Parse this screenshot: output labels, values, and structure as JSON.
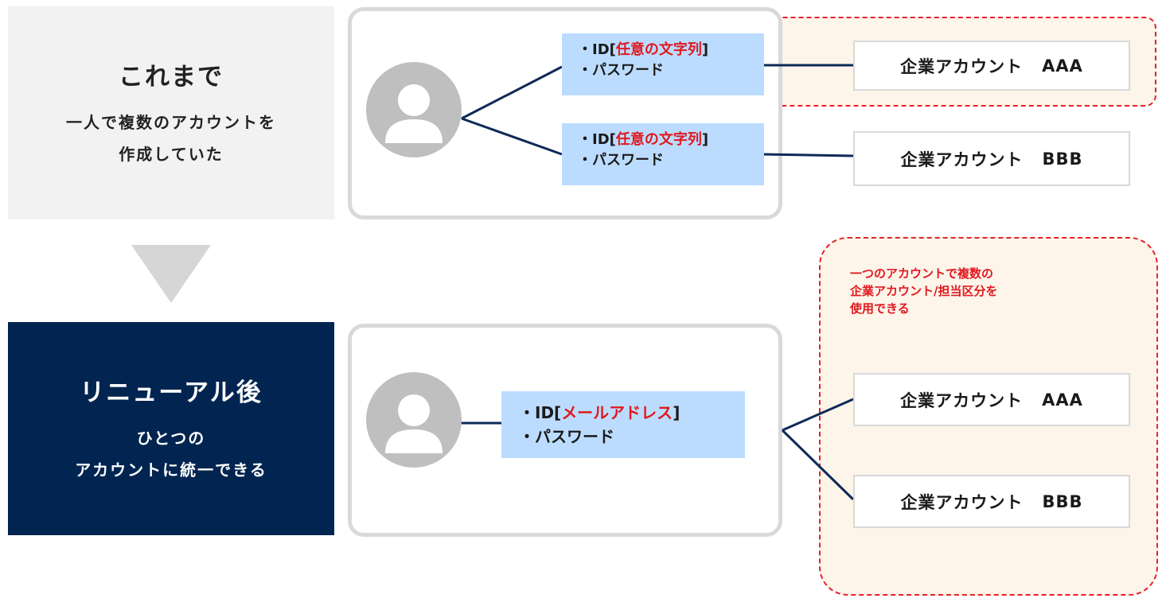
{
  "before": {
    "title": "これまで",
    "line1": "一人で複数のアカウントを",
    "line2": "作成していた"
  },
  "after": {
    "title": "リニューアル後",
    "line1": "ひとつの",
    "line2": "アカウントに統一できる"
  },
  "credentials_before": [
    {
      "id_prefix": "・ID[",
      "id_value": "任意の文字列",
      "id_suffix": "]",
      "password": "・パスワード"
    },
    {
      "id_prefix": "・ID[",
      "id_value": "任意の文字列",
      "id_suffix": "]",
      "password": "・パスワード"
    }
  ],
  "credentials_after": {
    "id_prefix": "・ID[",
    "id_value": "メールアドレス",
    "id_suffix": "]",
    "password": "・パスワード"
  },
  "accounts_before": [
    {
      "label": "企業アカウント",
      "code": "AAA"
    },
    {
      "label": "企業アカウント",
      "code": "BBB"
    }
  ],
  "accounts_after": [
    {
      "label": "企業アカウント",
      "code": "AAA"
    },
    {
      "label": "企業アカウント",
      "code": "BBB"
    }
  ],
  "note": {
    "line1": "一つのアカウントで複数の",
    "line2": "企業アカウント/担当区分を",
    "line3": "使用できる"
  },
  "colors": {
    "after_panel": "#012550",
    "before_panel": "#f2f2f2",
    "highlight_red": "#e0191f",
    "credential_bg": "#bcdcff",
    "note_bg": "#fdf4ea",
    "connector": "#0d2a57"
  }
}
